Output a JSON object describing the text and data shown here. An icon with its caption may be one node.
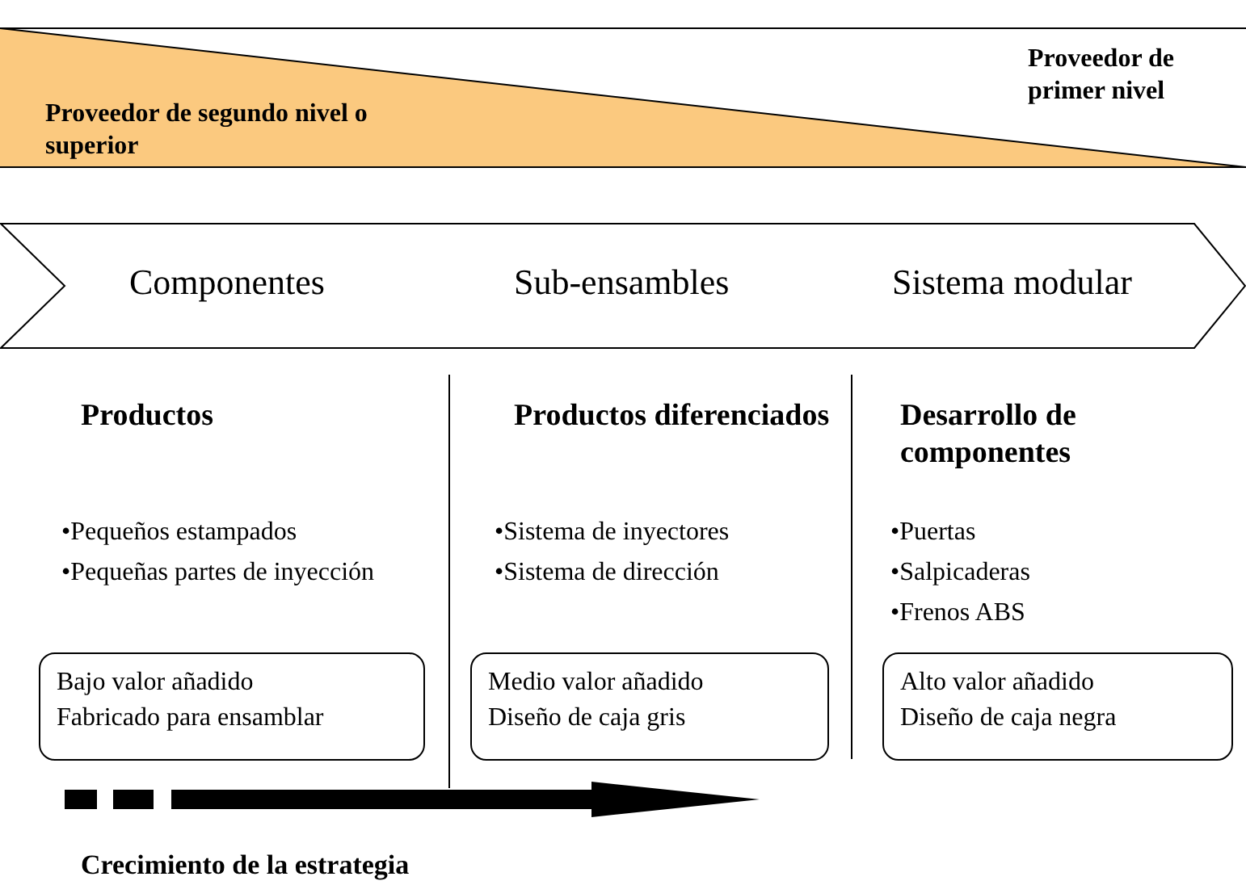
{
  "diagram": {
    "nodes": [
      {
        "text": [
          "Proveedor de segundo nivel o superior",
          "Proveedor de primer nivel"
        ]
      },
      {
        "text": [
          "Componentes",
          "Sub-ensambles",
          "Sistema modular"
        ]
      },
      {
        "text": [
          "Bajo valor añadido",
          "Fabricado para ensamblar"
        ]
      },
      {
        "text": [
          "Medio valor añadido",
          "Diseño de caja gris"
        ]
      },
      {
        "text": [
          "Alto valor añadido",
          "Diseño de caja negra"
        ]
      }
    ],
    "edges": [],
    "labels": [
      "Productos",
      "•Pequeños estampados",
      "•Pequeñas partes de inyección",
      "Productos diferenciados",
      "•Sistema de inyectores",
      "•Sistema de dirección",
      "Desarrollo de componentes",
      "•Puertas",
      "•Salpicaderas",
      "•Frenos ABS",
      "Crecimiento de la estrategia"
    ]
  }
}
